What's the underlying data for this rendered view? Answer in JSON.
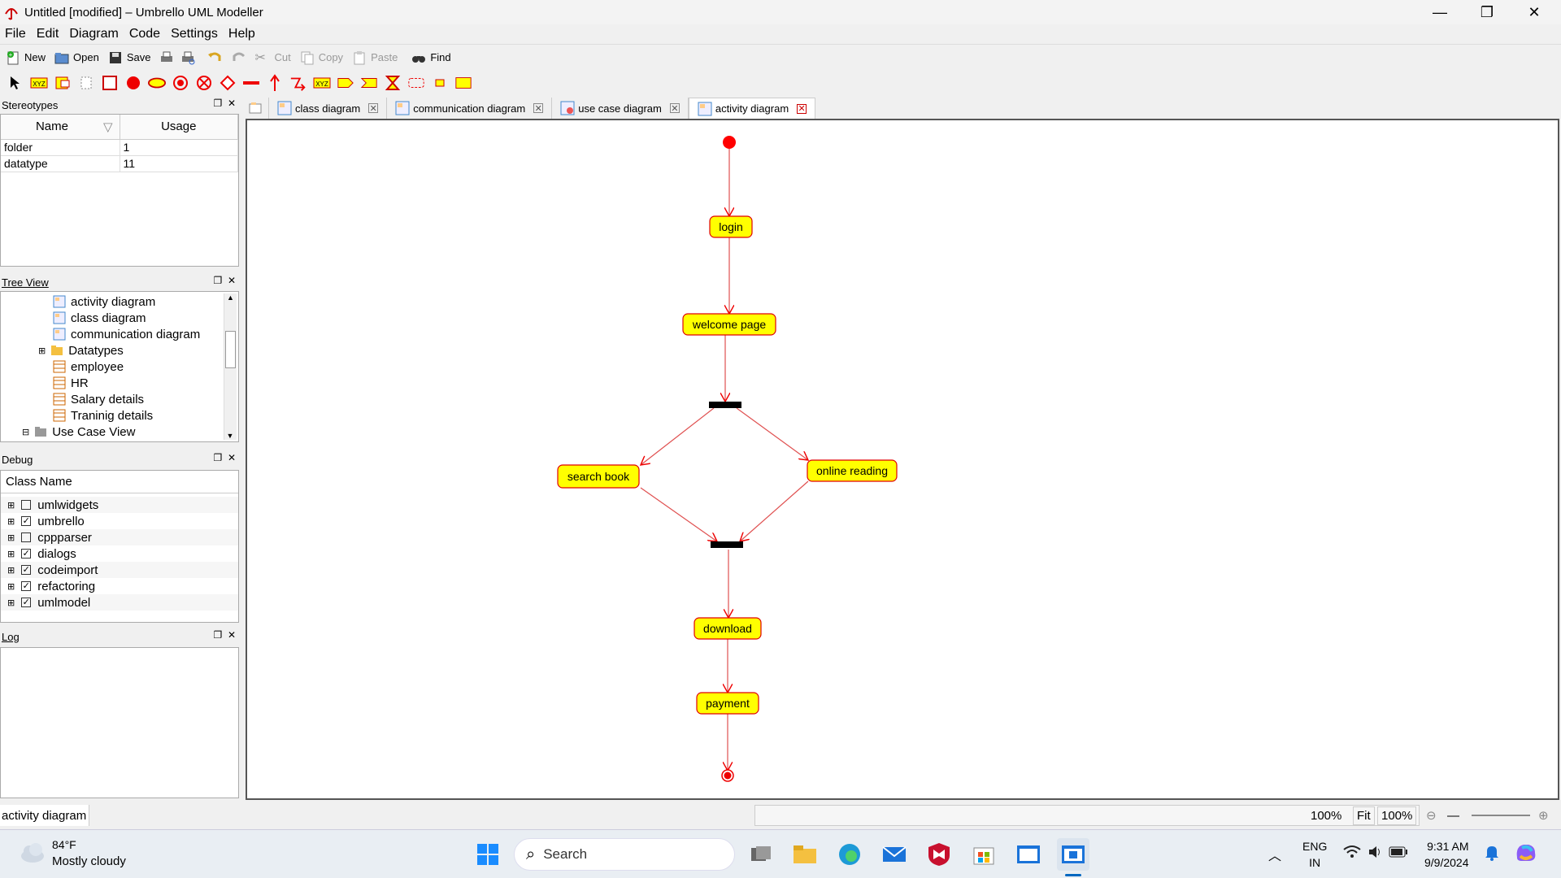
{
  "window": {
    "title": "Untitled [modified] – Umbrello UML Modeller",
    "minimize": "—",
    "maximize": "❐",
    "close": "✕"
  },
  "menu": [
    "File",
    "Edit",
    "Diagram",
    "Code",
    "Settings",
    "Help"
  ],
  "toolbar": {
    "new": "New",
    "open": "Open",
    "save": "Save",
    "cut": "Cut",
    "copy": "Copy",
    "paste": "Paste",
    "find": "Find"
  },
  "stereotypes": {
    "title": "Stereotypes",
    "columns": [
      "Name",
      "Usage"
    ],
    "rows": [
      {
        "name": "folder",
        "usage": "1"
      },
      {
        "name": "datatype",
        "usage": "11"
      }
    ]
  },
  "tree": {
    "title": "Tree View",
    "items": [
      "activity diagram",
      "class diagram",
      "communication diagram",
      "Datatypes",
      "employee",
      "HR",
      "Salary details",
      "Traninig details",
      "Use Case View"
    ]
  },
  "debug": {
    "title": "Debug",
    "column": "Class Name",
    "items": [
      {
        "name": "umlwidgets",
        "checked": ""
      },
      {
        "name": "umbrello",
        "checked": "✓"
      },
      {
        "name": "cppparser",
        "checked": ""
      },
      {
        "name": "dialogs",
        "checked": "✓"
      },
      {
        "name": "codeimport",
        "checked": "✓"
      },
      {
        "name": "refactoring",
        "checked": "✓"
      },
      {
        "name": "umlmodel",
        "checked": "✓"
      }
    ]
  },
  "log": {
    "title": "Log"
  },
  "tabs": [
    "class diagram",
    "communication diagram",
    "use case diagram",
    "activity diagram"
  ],
  "diagram": {
    "activities": [
      "login",
      "welcome page",
      "search book",
      "online reading",
      "download",
      "payment"
    ],
    "node_color": "#ffff00",
    "border_color": "#e00000"
  },
  "statusbar": {
    "diagram": "activity diagram",
    "zoom1": "100%",
    "fit": "Fit",
    "zoom2": "100%"
  },
  "taskbar": {
    "weather_temp": "84°F",
    "weather_desc": "Mostly cloudy",
    "search": "Search",
    "lang1": "ENG",
    "lang2": "IN",
    "time": "9:31 AM",
    "date": "9/9/2024"
  }
}
